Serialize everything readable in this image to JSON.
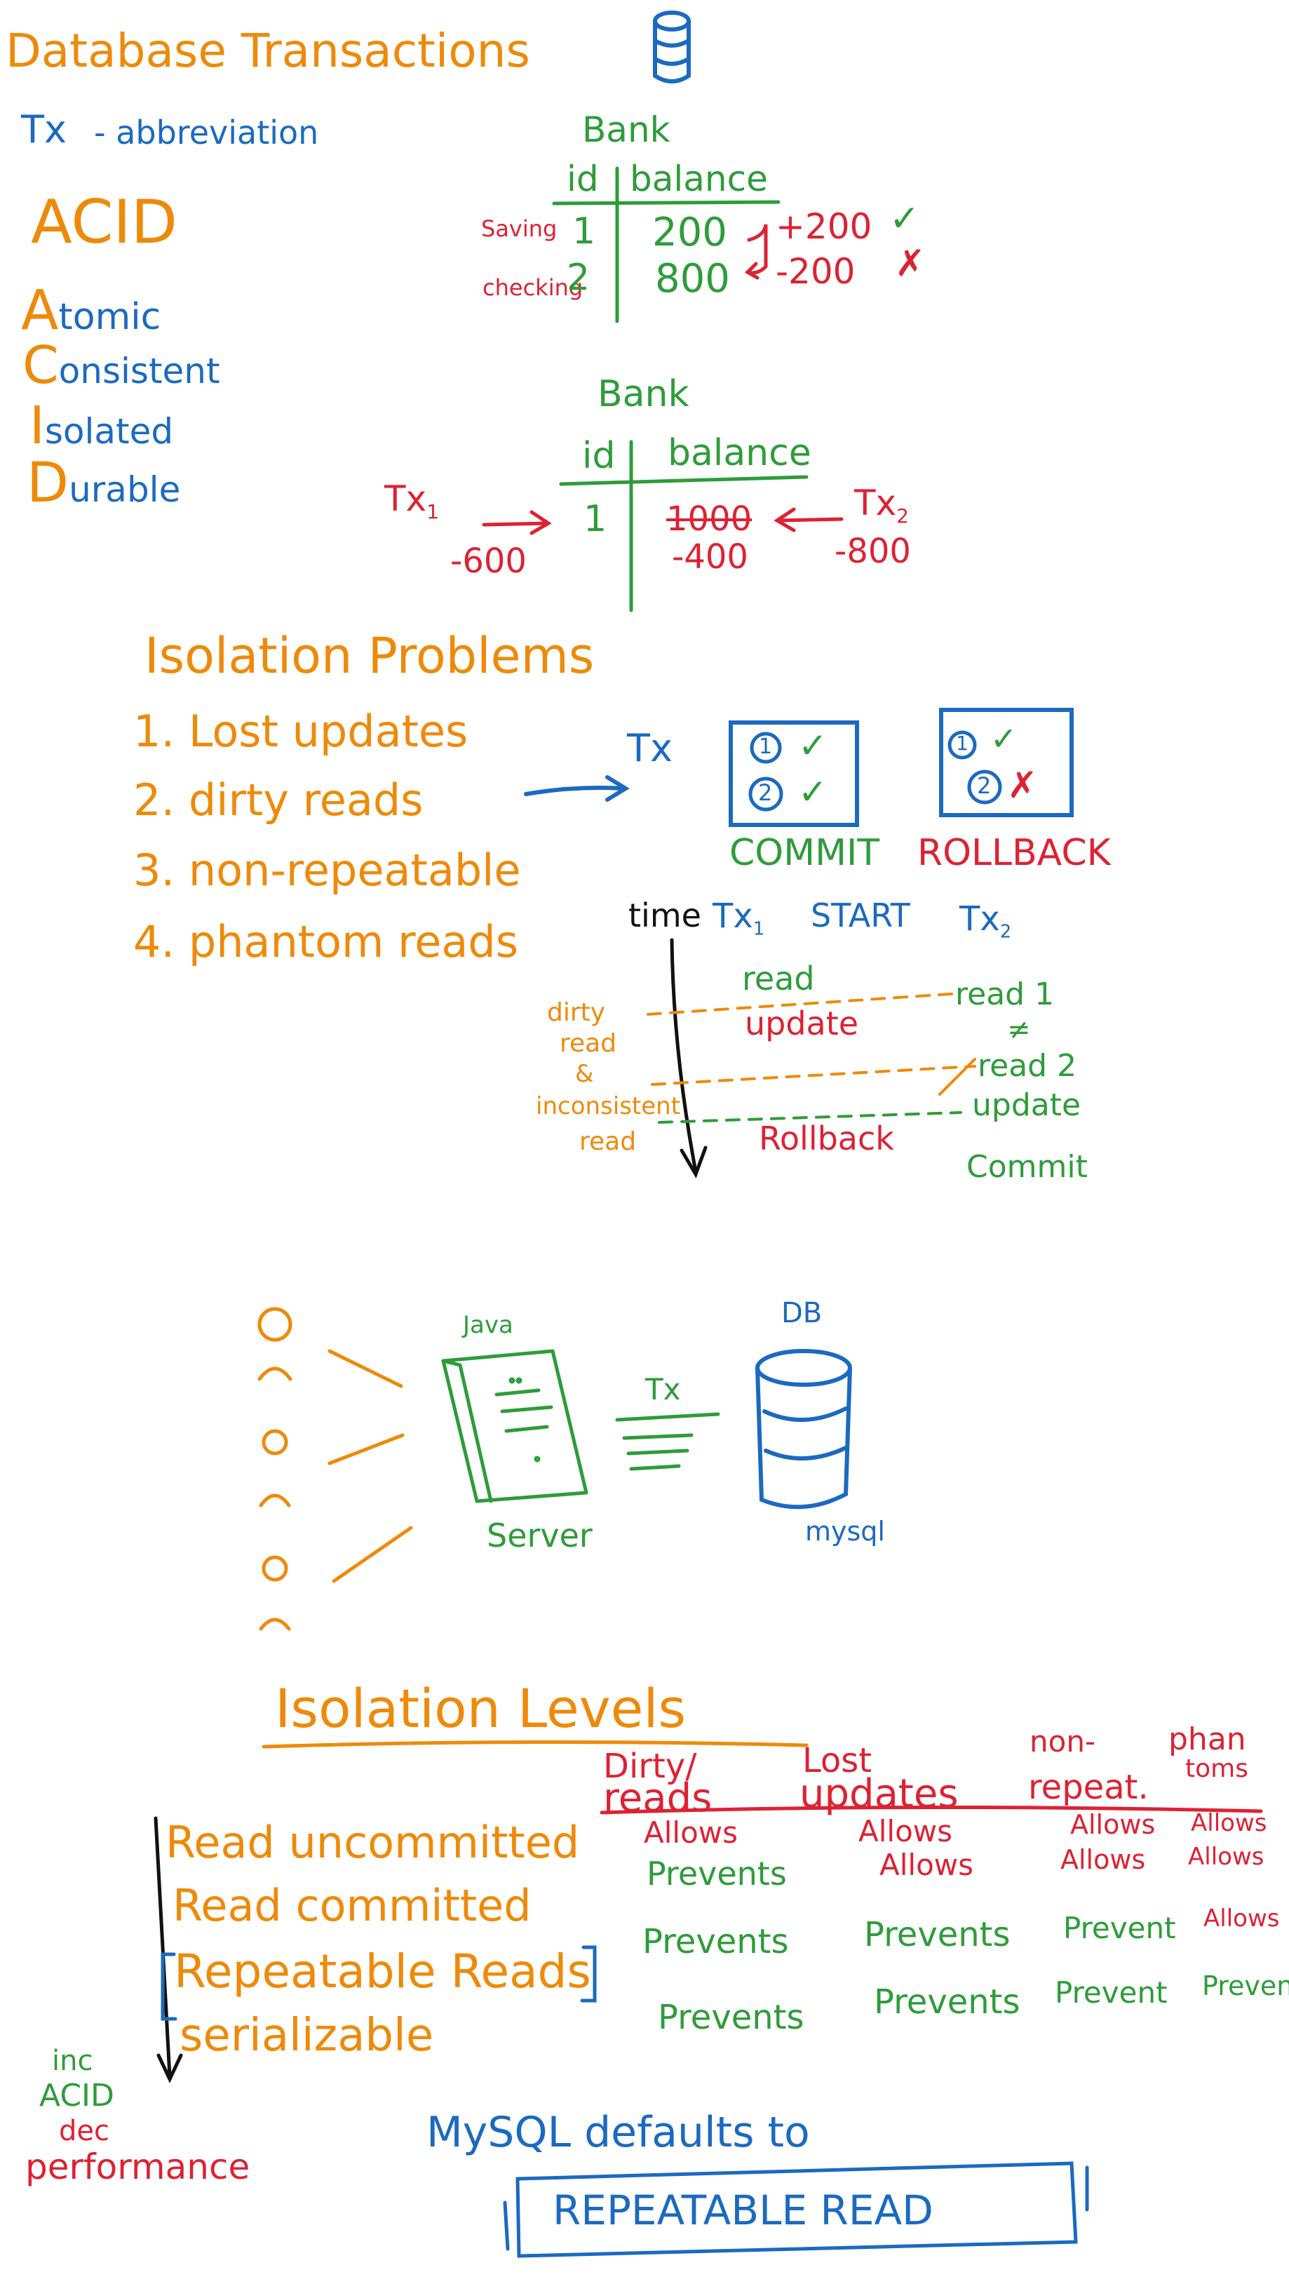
{
  "colors": {
    "orange": "#EE8A0A",
    "blue": "#1B6AC0",
    "green": "#2E9C3A",
    "red": "#DD2233",
    "black": "#111111"
  },
  "header": {
    "title": "Database Transactions",
    "db_icon": "database-icon"
  },
  "tx_abbrev": {
    "tx": "Tx",
    "dash": "- abbreviation"
  },
  "acid": {
    "heading": "ACID",
    "items": [
      {
        "letter": "A",
        "rest": "tomic"
      },
      {
        "letter": "C",
        "rest": "onsistent"
      },
      {
        "letter": "I",
        "rest": "solated"
      },
      {
        "letter": "D",
        "rest": "urable"
      }
    ]
  },
  "bank1": {
    "title": "Bank",
    "col_id": "id",
    "col_balance": "balance",
    "rows": [
      {
        "label": "Saving",
        "id": "1",
        "balance": "200",
        "change": "+200",
        "mark": "✓"
      },
      {
        "label": "checking",
        "id": "2",
        "balance": "800",
        "change": "-200",
        "mark": "✗"
      }
    ]
  },
  "bank2": {
    "title": "Bank",
    "col_id": "id",
    "col_balance": "balance",
    "id": "1",
    "old_balance": "1000",
    "new_balance": "-400",
    "tx1": {
      "label": "Tx",
      "sub": "1",
      "amount": "-600"
    },
    "tx2": {
      "label": "Tx",
      "sub": "2",
      "amount": "-800"
    }
  },
  "isolation_problems": {
    "heading": "Isolation Problems",
    "items": [
      "1. Lost updates",
      "2. dirty reads",
      "3. non-repeatable",
      "4. phantom reads"
    ]
  },
  "commit_rollback": {
    "tx": "Tx",
    "commit": {
      "steps": [
        "1",
        "2"
      ],
      "marks": [
        "✓",
        "✓"
      ],
      "label": "COMMIT"
    },
    "rollback": {
      "steps": [
        "1",
        "2"
      ],
      "marks": [
        "✓",
        "✗"
      ],
      "label": "ROLLBACK"
    }
  },
  "timeline": {
    "time": "time",
    "tx1": "Tx",
    "tx1_sub": "1",
    "start": "START",
    "tx2": "Tx",
    "tx2_sub": "2",
    "tx1_ops": {
      "read": "read",
      "update": "update",
      "rollback": "Rollback"
    },
    "tx2_ops": {
      "read1": "read 1",
      "neq": "≠",
      "read2": "read 2",
      "update": "update",
      "commit": "Commit"
    },
    "side": {
      "dirty": "dirty",
      "read": "read",
      "amp": "&",
      "inconsistent": "inconsistent",
      "read2": "read"
    }
  },
  "architecture": {
    "java": "Java",
    "server": "Server",
    "tx": "Tx",
    "db": "DB",
    "mysql": "mysql",
    "user_icon": "user-icon",
    "server_icon": "document-icon",
    "db_icon": "database-icon"
  },
  "isolation_levels": {
    "heading": "Isolation Levels",
    "columns": [
      {
        "top": "Dirty/",
        "bottom": "reads"
      },
      {
        "top": "Lost",
        "bottom": "updates"
      },
      {
        "top": "non-",
        "bottom": "repeat."
      },
      {
        "top": "phan",
        "bottom": "toms"
      }
    ],
    "rows": [
      {
        "level": "Read uncommitted",
        "values": [
          "Allows",
          "Allows",
          "Allows",
          "Allows"
        ]
      },
      {
        "level": "Read committed",
        "values": [
          "Prevents",
          "Allows",
          "Allows",
          "Allows"
        ]
      },
      {
        "level": "Repeatable Reads",
        "values": [
          "Prevents",
          "Prevents",
          "Prevent",
          "Allows"
        ]
      },
      {
        "level": "serializable",
        "values": [
          "Prevents",
          "Prevents",
          "Prevent",
          "Prevent"
        ]
      }
    ],
    "notes": {
      "inc": "inc",
      "acid": "ACID",
      "dec": "dec",
      "performance": "performance"
    }
  },
  "mysql_default": {
    "text": "MySQL defaults to",
    "value": "REPEATABLE READ"
  }
}
